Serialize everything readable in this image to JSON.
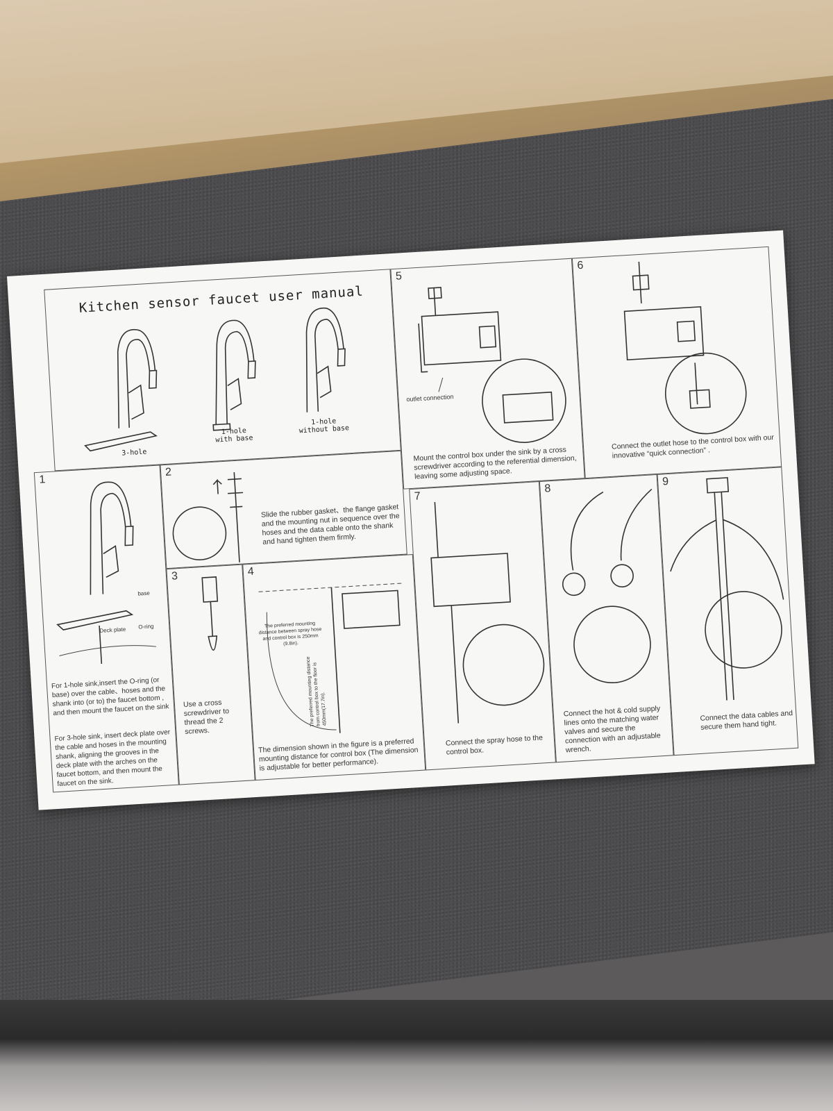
{
  "manual": {
    "title": "Kitchen sensor faucet user manual",
    "faucet_types": [
      "3-hole",
      "1-hole\nwith base",
      "1-hole\nwithout base"
    ]
  },
  "steps": [
    {
      "num": "1",
      "labels": {
        "base": "base",
        "oring": "O-ring",
        "deck": "Deck plate"
      },
      "text_a": "For 1-hole sink,insert the O-ring (or base) over the cable、hoses and the shank into (or to) the faucet bottom , and then mount the faucet on the sink",
      "text_b": "For 3-hole sink, insert deck plate over the cable  and  hoses in the mounting shank, aligning the grooves in the  deck plate with the arches on the faucet bottom, and then mount the faucet on the sink."
    },
    {
      "num": "2",
      "text": "Slide the rubber gasket、the flange gasket and the mounting nut in sequence over the hoses and the data cable onto the shank and hand tighten them firmly."
    },
    {
      "num": "3",
      "text": "Use a cross screwdriver to thread the 2 screws."
    },
    {
      "num": "4",
      "note_a": "The preferred mounting distance between spray hose and control box is 250mm (9.8in).",
      "note_b": "The preferred mounting distance from control box to the floor is 450mm(17.7in).",
      "text": "The dimension shown in the figure is a preferred mounting distance for control box (The dimension is adjustable for better performance)."
    },
    {
      "num": "5",
      "label": "outlet connection",
      "text": "Mount the control box under the sink by a cross screwdriver according to the referential dimension, leaving some adjusting space."
    },
    {
      "num": "6",
      "text": "Connect the outlet hose to the control box with our innovative “quick connection” ."
    },
    {
      "num": "7",
      "text": "Connect the spray hose to the control box."
    },
    {
      "num": "8",
      "text": "Connect the hot & cold supply lines onto the matching water valves and secure the connection with an adjustable wrench."
    },
    {
      "num": "9",
      "text": "Connect the data cables and secure them hand tight."
    }
  ]
}
